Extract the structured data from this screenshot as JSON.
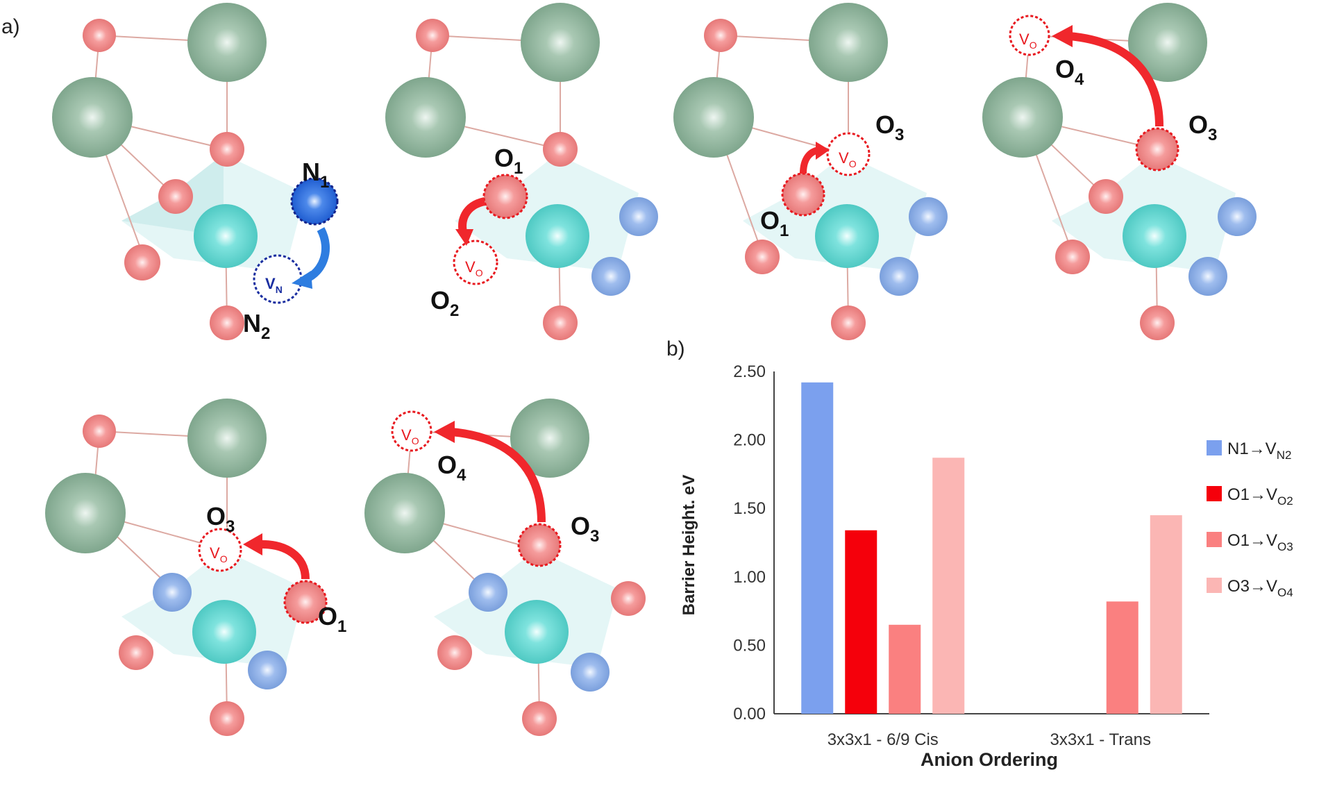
{
  "figure": {
    "panel_a_label": "a)",
    "panel_b_label": "b)"
  },
  "structures": [
    {
      "labels": {
        "n1": "N",
        "n1_sub": "1",
        "n2": "N",
        "n2_sub": "2",
        "vn": "V",
        "vn_sub": "N"
      }
    },
    {
      "labels": {
        "o1": "O",
        "o1_sub": "1",
        "o2": "O",
        "o2_sub": "2",
        "vo": "V",
        "vo_sub": "O"
      }
    },
    {
      "labels": {
        "o1": "O",
        "o1_sub": "1",
        "o3": "O",
        "o3_sub": "3",
        "vo": "V",
        "vo_sub": "O"
      }
    },
    {
      "labels": {
        "o3": "O",
        "o3_sub": "3",
        "o4": "O",
        "o4_sub": "4",
        "vo": "V",
        "vo_sub": "O"
      }
    },
    {
      "labels": {
        "o1": "O",
        "o1_sub": "1",
        "o3": "O",
        "o3_sub": "3",
        "vo": "V",
        "vo_sub": "O"
      }
    },
    {
      "labels": {
        "o3": "O",
        "o3_sub": "3",
        "o4": "O",
        "o4_sub": "4",
        "vo": "V",
        "vo_sub": "O"
      }
    }
  ],
  "colors": {
    "metal_large": "#8fb29a",
    "metal_center": "#5fd6d0",
    "oxygen": "#f08a8a",
    "nitrogen_faded": "#8fb0e6",
    "nitrogen_active": "#2a66d8",
    "vacancy_n": "#1a2ea0",
    "vacancy_o": "#e8191f",
    "arrow_o": "#f0272c",
    "arrow_n": "#2e7de0",
    "octahedron": "#bfe7e6"
  },
  "chart_data": {
    "type": "bar",
    "categories": [
      "3x3x1 - 6/9 Cis",
      "3x3x1 - Trans"
    ],
    "xlabel": "Anion Ordering",
    "ylabel": "Barrier Height. eV",
    "ylim": [
      0,
      2.5
    ],
    "yticks": [
      "0.00",
      "0.50",
      "1.00",
      "1.50",
      "2.00",
      "2.50"
    ],
    "legend_position": "right",
    "grid": false,
    "series": [
      {
        "name": "N1→V",
        "name_sub": "N2",
        "color": "#7ba0ee",
        "values": [
          2.42,
          null
        ]
      },
      {
        "name": "O1→V",
        "name_sub": "O2",
        "color": "#f5000b",
        "values": [
          1.34,
          null
        ]
      },
      {
        "name": "O1→V",
        "name_sub": "O3",
        "color": "#fa8080",
        "values": [
          0.65,
          0.82
        ]
      },
      {
        "name": "O3→V",
        "name_sub": "O4",
        "color": "#fbb6b4",
        "values": [
          1.87,
          1.45
        ]
      }
    ]
  }
}
